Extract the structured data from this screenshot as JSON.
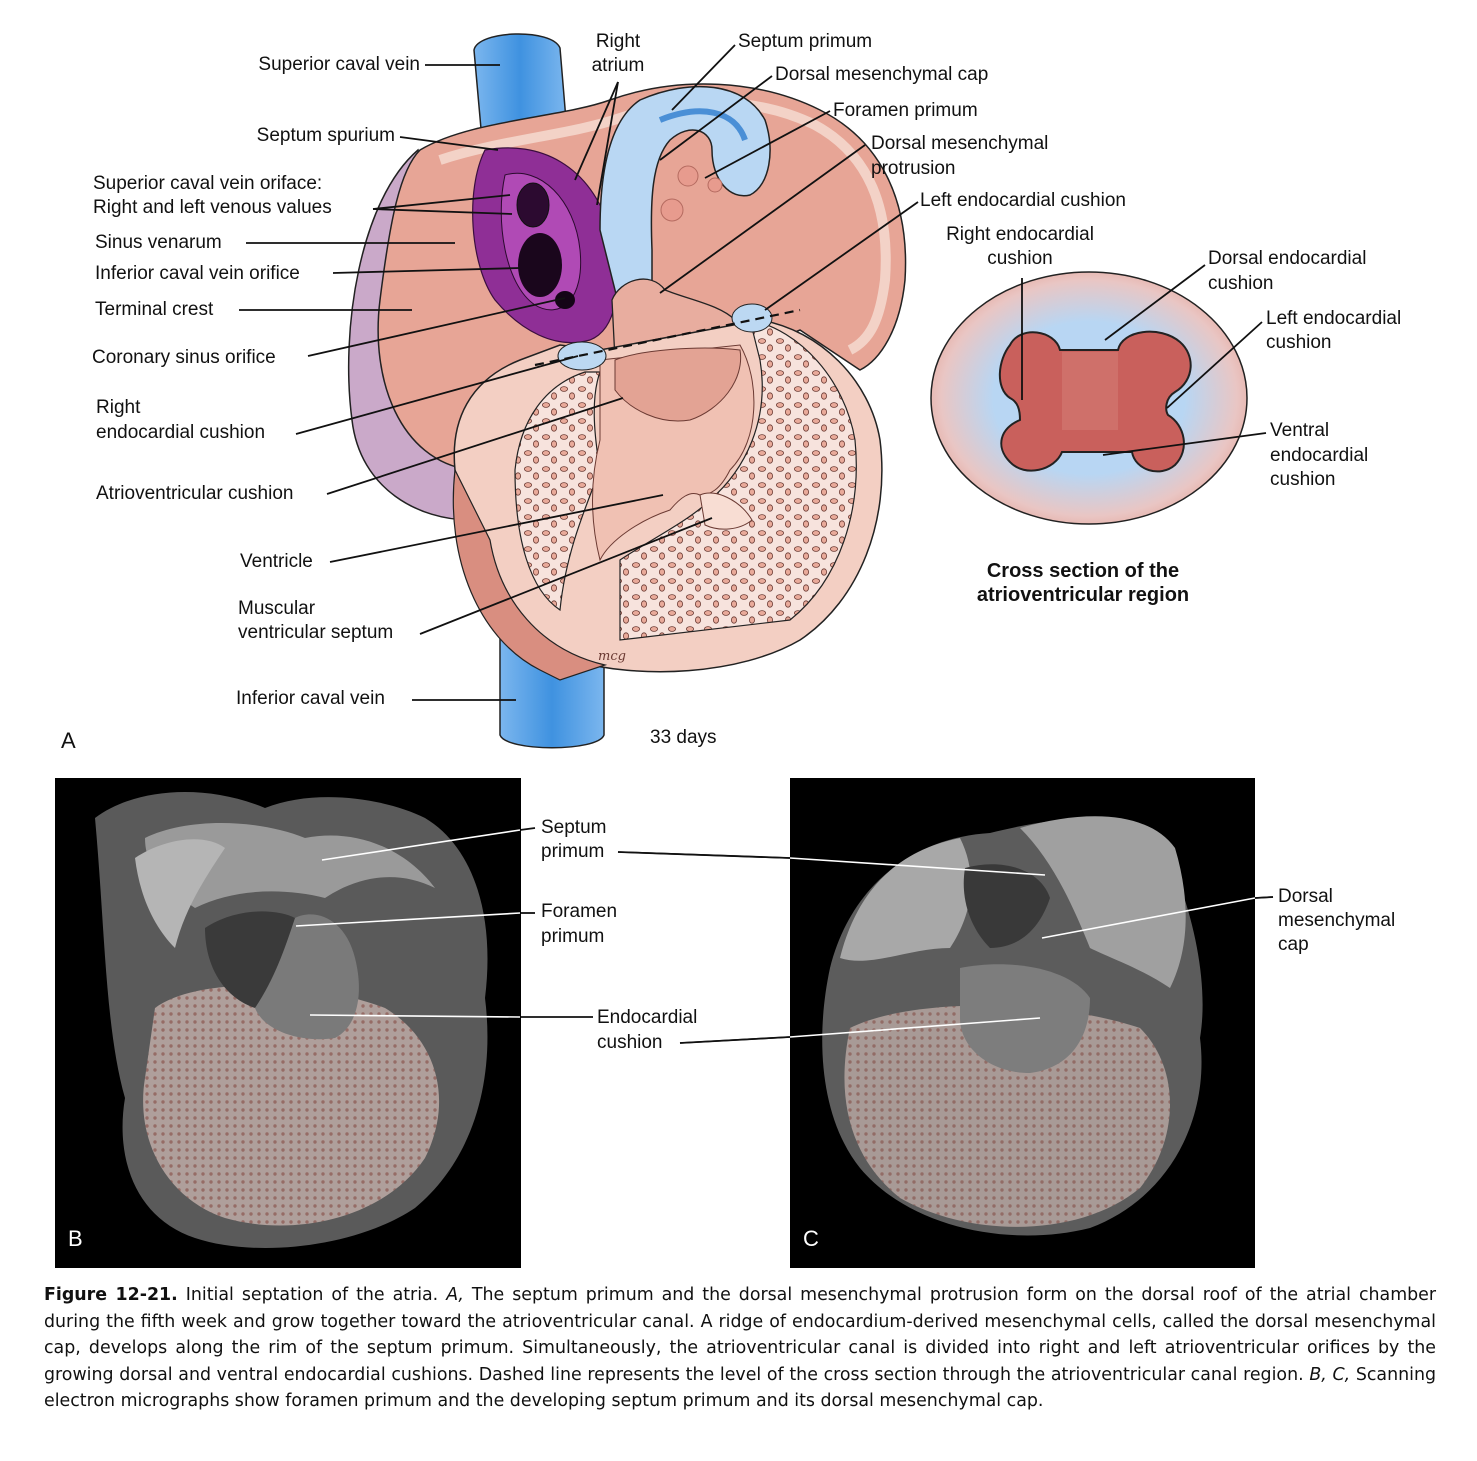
{
  "panel_a": {
    "letter": "A",
    "age": "33 days",
    "labels": {
      "superior_caval_vein": "Superior caval vein",
      "right_atrium_1": "Right",
      "right_atrium_2": "atrium",
      "septum_primum": "Septum primum",
      "dorsal_mesenchymal_cap": "Dorsal mesenchymal cap",
      "foramen_primum": "Foramen primum",
      "dorsal_mesenchymal_protrusion_1": "Dorsal mesenchymal",
      "dorsal_mesenchymal_protrusion_2": "protrusion",
      "left_endocardial_cushion": "Left endocardial cushion",
      "septum_spurium": "Septum spurium",
      "scv_orifice_1": "Superior caval vein oriface:",
      "scv_orifice_2": "Right and left venous values",
      "sinus_venarum": "Sinus venarum",
      "icv_orifice": "Inferior caval vein orifice",
      "terminal_crest": "Terminal crest",
      "coronary_sinus_orifice": "Coronary sinus orifice",
      "right_endocardial_cushion_1": "Right",
      "right_endocardial_cushion_2": "endocardial cushion",
      "atrioventricular_cushion": "Atrioventricular cushion",
      "ventricle": "Ventricle",
      "muscular_ventricular_septum_1": "Muscular",
      "muscular_ventricular_septum_2": "ventricular septum",
      "inferior_caval_vein": "Inferior caval vein"
    }
  },
  "cross_section": {
    "labels": {
      "right_endocardial_cushion_1": "Right endocardial",
      "right_endocardial_cushion_2": "cushion",
      "dorsal_endocardial_cushion_1": "Dorsal endocardial",
      "dorsal_endocardial_cushion_2": "cushion",
      "left_endocardial_cushion_1": "Left endocardial",
      "left_endocardial_cushion_2": "cushion",
      "ventral_endocardial_cushion_1": "Ventral",
      "ventral_endocardial_cushion_2": "endocardial",
      "ventral_endocardial_cushion_3": "cushion"
    },
    "title_1": "Cross section of the",
    "title_2": "atrioventricular region"
  },
  "panel_b": {
    "letter": "B",
    "labels": {
      "septum_primum_1": "Septum",
      "septum_primum_2": "primum",
      "foramen_primum_1": "Foramen",
      "foramen_primum_2": "primum",
      "endocardial_cushion_1": "Endocardial",
      "endocardial_cushion_2": "cushion"
    }
  },
  "panel_c": {
    "letter": "C",
    "labels": {
      "dorsal_mesenchymal_cap_1": "Dorsal",
      "dorsal_mesenchymal_cap_2": "mesenchymal",
      "dorsal_mesenchymal_cap_3": "cap"
    }
  },
  "caption": {
    "figure_number": "Figure 12-21.",
    "part_1": "Initial septation of the atria.",
    "a_ref": "A,",
    "part_2": "The septum primum and the dorsal mesenchymal protrusion form on the dorsal roof of the atrial chamber during the fifth week and grow together toward the atrioventricular canal. A ridge of endocardium-derived mesenchymal cells, called the dorsal mesenchymal cap, develops along the rim of the septum primum. Simultaneously, the atrioventricular canal is divided into right and left atrioventricular orifices by the growing dorsal and ventral endocardial cushions. Dashed line represents the level of the cross section through the atrioventricular canal region.",
    "bc_ref": "B, C,",
    "part_3": "Scanning electron micrographs show foramen primum and the developing septum primum and its dorsal mesenchymal cap."
  },
  "colors": {
    "vein_blue": "#4a9be3",
    "atrium_pink": "#e7a596",
    "tissue_light": "#f2cbbf",
    "purple_sinus": "#8f2f96",
    "cushion_blue": "#bcd8f2",
    "cushion_red": "#c9605c",
    "outer_lavender": "#c9aac9"
  }
}
